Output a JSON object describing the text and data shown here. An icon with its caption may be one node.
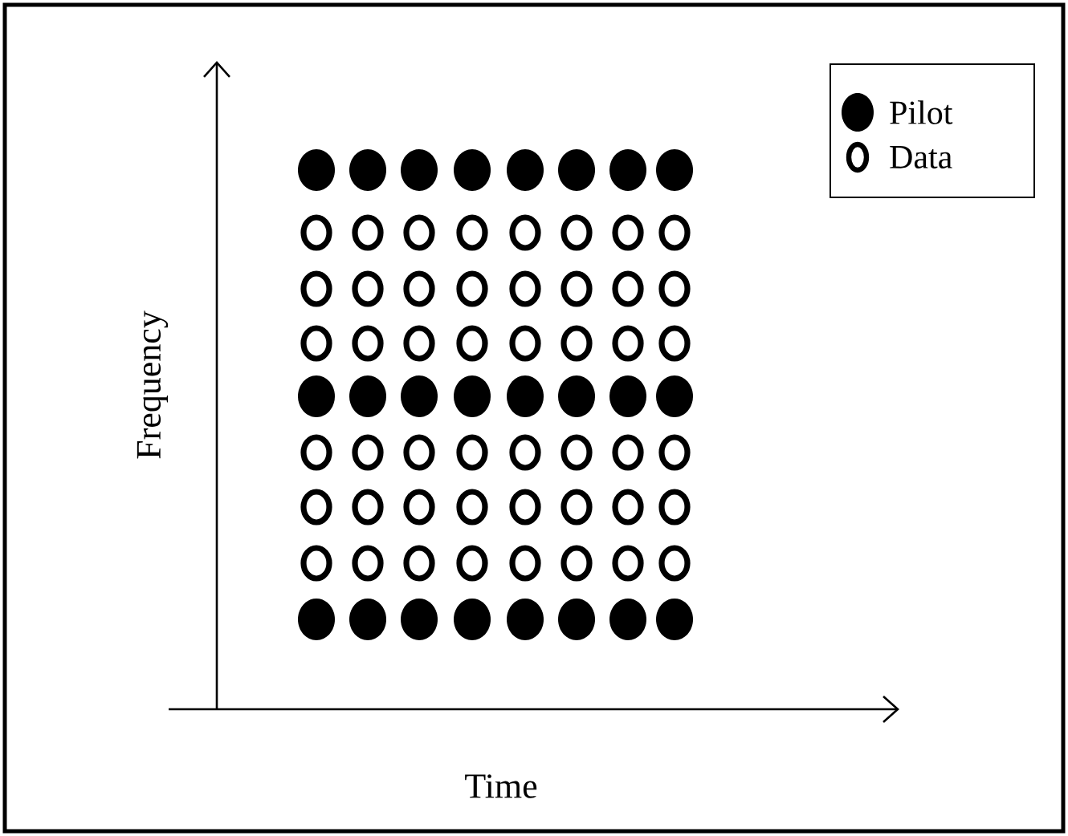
{
  "diagram": {
    "labels": [
      "Frequency",
      "Time"
    ],
    "legend": [
      {
        "text": "Pilot"
      },
      {
        "text": "Data"
      }
    ]
  }
}
